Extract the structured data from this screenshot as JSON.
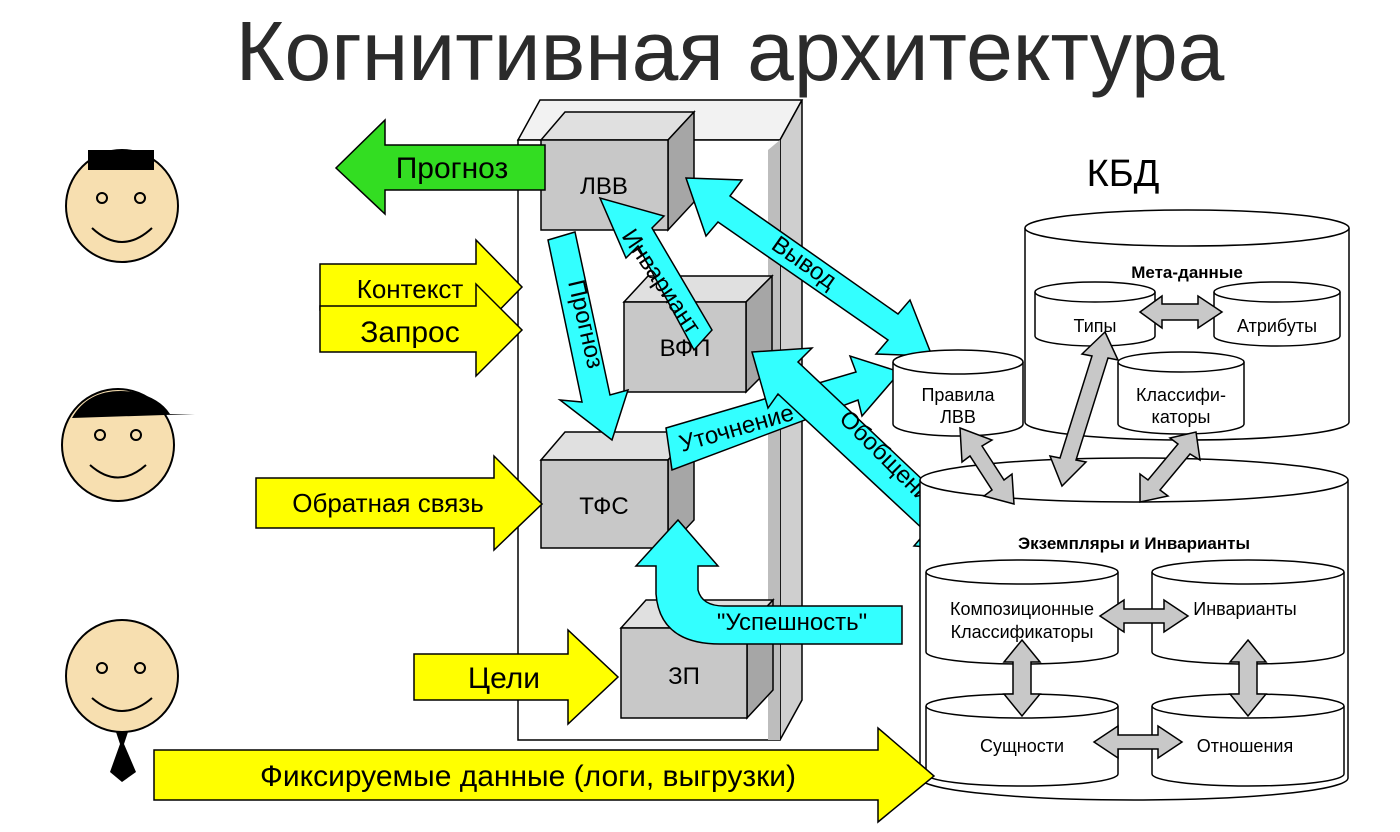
{
  "title": "Когнитивная архитектура",
  "kbd_label": "КБД",
  "blocks": {
    "lvv": "ЛВВ",
    "vfp": "ВФП",
    "tfs": "ТФС",
    "zp": "ЗП"
  },
  "input_arrows": {
    "forecast_out": "Прогноз",
    "context": "Контекст",
    "query": "Запрос",
    "feedback": "Обратная связь",
    "goals": "Цели",
    "fixed_data": "Фиксируемые данные (логи, выгрузки)"
  },
  "flow_arrows": {
    "forecast": "Прогноз",
    "invariant": "Инвариант",
    "inference": "Вывод",
    "refinement": "Уточнение",
    "generalization": "Обобщение",
    "success": "\"Успешность\""
  },
  "databases": {
    "rules": [
      "Правила",
      "ЛВВ"
    ],
    "metadata_title": "Мета-данные",
    "types": "Типы",
    "attributes": "Атрибуты",
    "classifiers": [
      "Классифи-",
      "каторы"
    ],
    "instances_title": "Экземпляры и Инварианты",
    "composite": [
      "Композиционные",
      "Классификаторы"
    ],
    "invariants": "Инварианты",
    "entities": "Сущности",
    "relations": "Отношения"
  },
  "colors": {
    "green_arrow": "#33dd22",
    "yellow_arrow": "#ffff00",
    "cyan_arrow": "#33ffff",
    "cube_front": "#c8c8c8",
    "cube_side": "#a6a6a6",
    "cube_top": "#e0e0e0",
    "gray_connector": "#c8c8c8",
    "face": "#f7dfb0"
  }
}
